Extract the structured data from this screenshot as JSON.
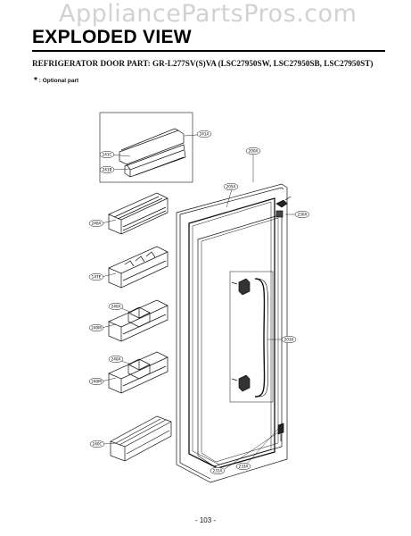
{
  "watermark": "AppliancePartsPros.com",
  "header": {
    "title": "EXPLODED VIEW",
    "subtitle": "REFRIGERATOR DOOR PART: GR-L277SV(S)VA (LSC27950SW, LSC27950SB, LSC27950ST)",
    "optional_star": "*",
    "optional_text": ": Optional part"
  },
  "callouts": {
    "c241A": "241A",
    "c241C": "241C",
    "c241B": "241B",
    "c240A": "240A",
    "c147E": "147E",
    "c240A_2": "240A",
    "c240M": "240M",
    "c240A_3": "240A",
    "c240M_2": "240M",
    "c240C": "240C",
    "c200A": "200A",
    "c205A": "205A",
    "c230A": "230A",
    "c203A": "203A",
    "c231A": "231A",
    "c233A": "233A"
  },
  "footer": {
    "page_number": "- 103 -"
  }
}
